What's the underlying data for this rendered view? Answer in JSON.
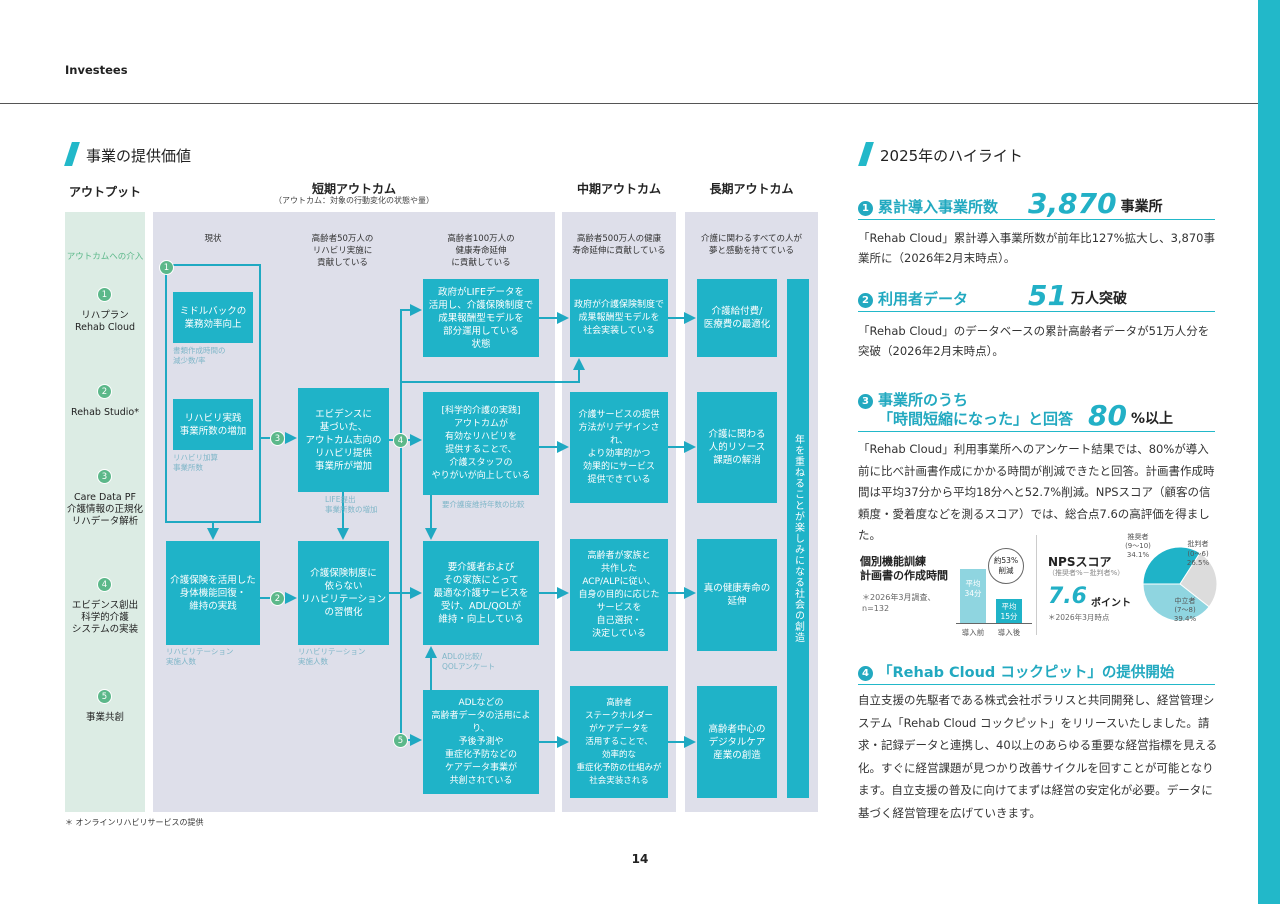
{
  "header": {
    "label": "Investees",
    "page": "14"
  },
  "left": {
    "title": "事業の提供価値",
    "col_output": "アウトプット",
    "col_short": "短期アウトカム",
    "col_short_sub": "（アウトカム：対象の行動変化の状態や量）",
    "col_mid": "中期アウトカム",
    "col_long": "長期アウトカム",
    "intervention": "アウトカムへの介入",
    "outputs": [
      {
        "num": "1",
        "label": "リハプラン\nRehab Cloud"
      },
      {
        "num": "2",
        "label": "Rehab Studio*"
      },
      {
        "num": "3",
        "label": "Care Data PF\n介護情報の正規化\nリハデータ解析"
      },
      {
        "num": "4",
        "label": "エビデンス創出\n科学的介護\nシステムの実装"
      },
      {
        "num": "5",
        "label": "事業共創"
      }
    ],
    "heads": {
      "now": "現状",
      "s50": "高齢者50万人の\nリハビリ実施に\n貢献している",
      "s100": "高齢者100万人の\n健康寿命延伸\nに貢献している",
      "m500": "高齢者500万人の健康\n寿命延伸に貢献している",
      "long": "介護に関わるすべての人が\n夢と感動を持てている"
    },
    "boxes": {
      "b1": "ミドルバックの\n業務効率向上",
      "b2": "リハビリ実践\n事業所数の増加",
      "b3": "エビデンスに\n基づいた、\nアウトカム志向の\nリハビリ提供\n事業所が増加",
      "b4": "介護保険を活用した\n身体機能回復・\n維持の実践",
      "b5": "介護保険制度に\n依らない\nリハビリテーション\nの習慣化",
      "b6": "政府がLIFEデータを\n活用し、介護保険制度で\n成果報酬型モデルを\n部分運用している\n状態",
      "b7": "[科学的介護の実践]\nアウトカムが\n有効なリハビリを\n提供することで、\n介護スタッフの\nやりがいが向上している",
      "b8": "要介護者および\nその家族にとって\n最適な介護サービスを\n受け、ADL/QOLが\n維持・向上している",
      "b9": "ADLなどの\n高齢者データの活用により、\n予後予測や\n重症化予防などの\nケアデータ事業が\n共創されている",
      "m1": "政府が介護保険制度で\n成果報酬型モデルを\n社会実装している",
      "m2": "介護サービスの提供\n方法がリデザインされ、\nより効率的かつ\n効果的にサービス\n提供できている",
      "m3": "高齢者が家族と\n共作した\nACP/ALPに従い、\n自身の目的に応じた\nサービスを\n自己選択・\n決定している",
      "m4": "高齢者\nステークホルダー\nがケアデータを\n活用することで、\n効率的な\n重症化予防の仕組みが\n社会実装される",
      "l1": "介護給付費/\n医療費の最適化",
      "l2": "介護に関わる\n人的リソース\n課題の解消",
      "l3": "真の健康寿命の\n延伸",
      "l4": "高齢者中心の\nデジタルケア\n産業の創造",
      "vision": "年を重ねることが楽しみになる社会の創造"
    },
    "metrics": {
      "m1": "書類作成時間の\n減少数/率",
      "m2": "リハビリ加算\n事業所数",
      "m3": "LIFE提出\n事業所数の増加",
      "m4": "リハビリテーション\n実施人数",
      "m5": "リハビリテーション\n実施人数",
      "m6": "要介護度維持年数の比較",
      "m7": "ADLの比較/\nQOLアンケート"
    },
    "flow_nums": [
      "1",
      "3",
      "4",
      "2",
      "5"
    ],
    "footnote": "＊ オンラインリハビリサービスの提供"
  },
  "right": {
    "title": "2025年のハイライト",
    "h1": {
      "num": "1",
      "label": "累計導入事業所数",
      "value": "3,870",
      "unit": "事業所",
      "text": "「Rehab Cloud」累計導入事業所数が前年比127%拡大し、3,870事業所に（2026年2月末時点）。"
    },
    "h2": {
      "num": "2",
      "label": "利用者データ",
      "value": "51",
      "unit": "万人突破",
      "text": "「Rehab Cloud」のデータベースの累計高齢者データが51万人分を突破（2026年2月末時点）。"
    },
    "h3": {
      "num": "3",
      "label1": "事業所のうち",
      "label2": "「時間短縮になった」と回答",
      "value": "80",
      "unit": "%以上",
      "text": "「Rehab Cloud」利用事業所へのアンケート結果では、80%が導入前に比べ計画書作成にかかる時間が削減できたと回答。計画書作成時間は平均37分から平均18分へと52.7%削減。NPSスコア（顧客の信頼度・愛着度などを測るスコア）では、総合点7.6の高評価を得ました。"
    },
    "bar_chart": {
      "title": "個別機能訓練\n計画書の作成時間",
      "note": "＊2026年3月調査、\nn=132",
      "before_label": "導入前",
      "before_value": "平均\n34分",
      "after_label": "導入後",
      "after_value": "平均\n15分",
      "before_minutes": 34,
      "after_minutes": 15,
      "reduction": "約53%\n削減"
    },
    "nps": {
      "title": "NPSスコア",
      "sub": "（推奨者%－批判者%）",
      "value": "7.6",
      "unit": "ポイント",
      "note": "＊2026年3月時点",
      "slices": [
        {
          "label": "推奨者\n(9～10)",
          "pct": "34.1%",
          "value": 34.1,
          "color": "#1fb3c8"
        },
        {
          "label": "批判者\n(0～6)",
          "pct": "26.5%",
          "value": 26.5,
          "color": "#dcdcdc"
        },
        {
          "label": "中立者\n(7～8)",
          "pct": "39.4%",
          "value": 39.4,
          "color": "#8fd5e0"
        }
      ]
    },
    "h4": {
      "num": "4",
      "label": "「Rehab Cloud コックピット」の提供開始",
      "text": "自立支援の先駆者である株式会社ポラリスと共同開発し、経営管理システム「Rehab Cloud コックピット」をリリースいたしました。請求・記録データと連携し、40以上のあらゆる重要な経営指標を見える化。すぐに経営課題が見つかり改善サイクルを回すことが可能となります。自立支援の普及に向けてまずは経営の安定化が必要。データに基づく経営管理を広げていきます。"
    }
  }
}
